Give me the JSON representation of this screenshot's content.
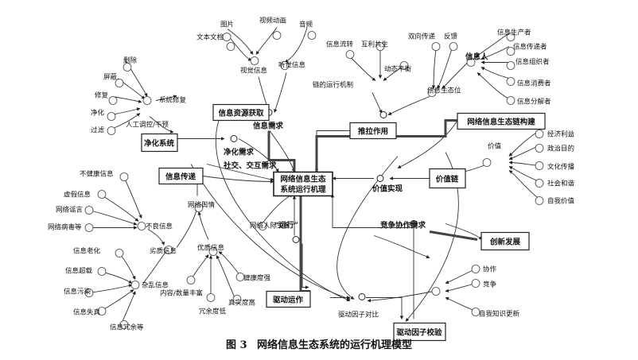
{
  "caption": {
    "number": "图 3",
    "title": "网络信息生态系统的运行机理模型"
  },
  "boxes": {
    "info_resource": "信息资源获取",
    "purify_system": "净化系统",
    "info_transfer": "信息传递",
    "core_line1": "网络信息生态",
    "core_line2": "系统运行机理",
    "push": "推拉作用",
    "chain_build": "网络信息生态链构建",
    "value_chain": "价值链",
    "innovation": "创新发展",
    "drive_op": "驱动运作",
    "drive_check": "驱动因子校验"
  },
  "labels": {
    "image": "图片",
    "video": "视频动画",
    "audio": "音频",
    "text_doc": "文本文档",
    "visual_info": "视觉信息",
    "audio_info": "听觉信息",
    "info_demand": "信息需求",
    "delete": "删除",
    "shield": "屏蔽",
    "repair": "修复",
    "purify": "净化",
    "filter": "过滤",
    "sys_repair": "系统修复",
    "manual": "人工调控/干预",
    "purify_demand": "净化需求",
    "social_demand": "社交、交互需求",
    "flow": "信息流转",
    "mutual": "互利共生",
    "dyn_balance": "动态平衡",
    "chain_mech": "链的运行机制",
    "two_way": "双向传递",
    "feedback": "反馈",
    "info_person": "信息人",
    "eco_niche": "信息生态位",
    "producer": "信息生产者",
    "transmitter": "信息传递者",
    "organizer": "信息组织者",
    "consumer": "信息消费者",
    "decomposer": "信息分解者",
    "unhealthy": "不健康信息",
    "fake": "虚假信息",
    "rumor": "网络谣言",
    "virus": "网络病毒等",
    "bad_info": "不良信息",
    "poor_info": "劣质信息",
    "aging": "信息老化",
    "overload": "信息超载",
    "pollution": "信息污染",
    "distortion": "信息失真",
    "redundancy": "信息冗余等",
    "chaos": "杂乱信息",
    "net_opinion": "网络舆情",
    "good_info": "优质信息",
    "health": "健康度强",
    "rich": "内容/数量丰富",
    "true_high": "真实度高",
    "redund_low": "冗余度低",
    "relations": "网络人际关系",
    "run": "“运行”",
    "value": "价值",
    "econ": "经济利益",
    "politics": "政治目的",
    "culture": "文化传播",
    "harmony": "社会和谐",
    "self_value": "自我价值",
    "value_real": "价值实现",
    "compete_demand": "竞争协作需求",
    "cooperate": "协作",
    "compete": "竞争",
    "self_update": "自我知识更新",
    "drive_compare": "驱动因子对比"
  }
}
